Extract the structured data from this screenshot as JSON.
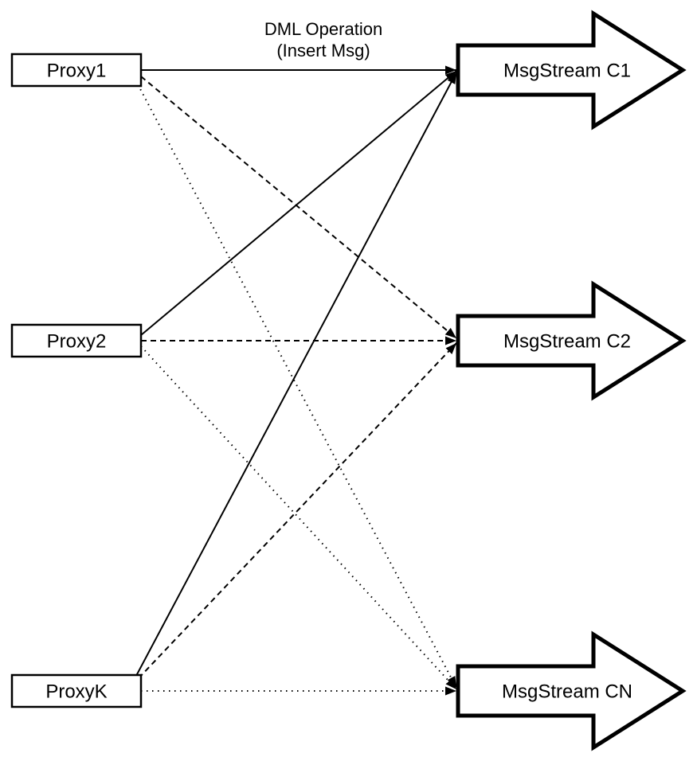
{
  "diagram": {
    "title": {
      "line1": "DML Operation",
      "line2": "(Insert Msg)"
    },
    "proxies": [
      {
        "label": "Proxy1"
      },
      {
        "label": "Proxy2"
      },
      {
        "label": "ProxyK"
      }
    ],
    "streams": [
      {
        "label": "MsgStream C1"
      },
      {
        "label": "MsgStream C2"
      },
      {
        "label": "MsgStream CN"
      }
    ],
    "edges": [
      {
        "from": "Proxy1",
        "to": "MsgStream C1",
        "style": "solid"
      },
      {
        "from": "Proxy1",
        "to": "MsgStream C2",
        "style": "dashed"
      },
      {
        "from": "Proxy1",
        "to": "MsgStream CN",
        "style": "dotted"
      },
      {
        "from": "Proxy2",
        "to": "MsgStream C1",
        "style": "solid"
      },
      {
        "from": "Proxy2",
        "to": "MsgStream C2",
        "style": "dashed"
      },
      {
        "from": "Proxy2",
        "to": "MsgStream CN",
        "style": "dotted"
      },
      {
        "from": "ProxyK",
        "to": "MsgStream C1",
        "style": "solid"
      },
      {
        "from": "ProxyK",
        "to": "MsgStream C2",
        "style": "dashed"
      },
      {
        "from": "ProxyK",
        "to": "MsgStream CN",
        "style": "dotted"
      }
    ],
    "colors": {
      "ink": "#000000",
      "shape_fill": "#ffffff",
      "background": "#ffffff"
    }
  }
}
